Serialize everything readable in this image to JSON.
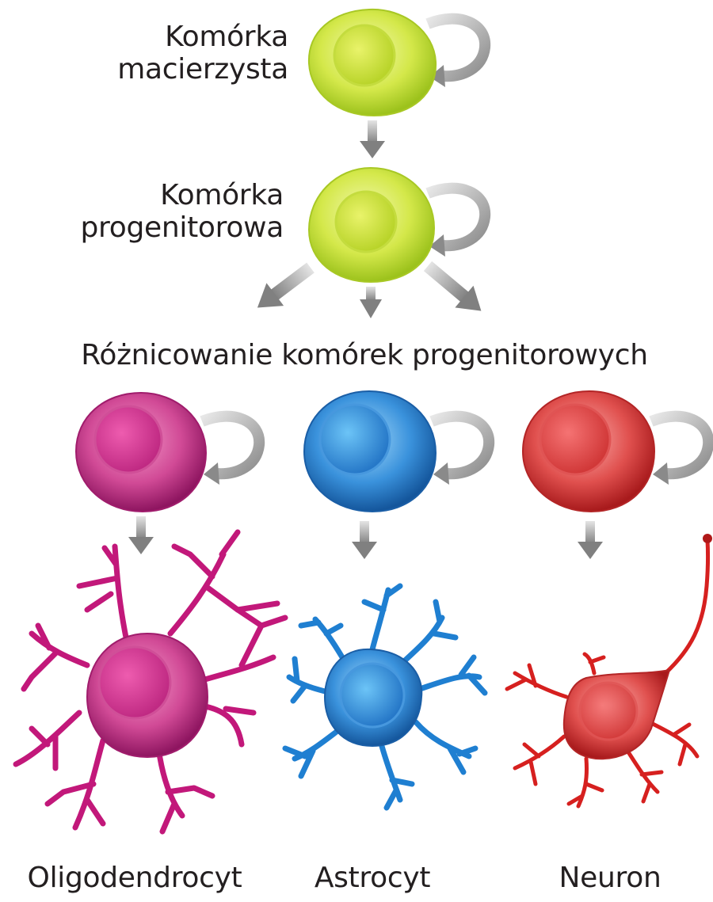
{
  "diagram": {
    "stem_cell": {
      "label_line1": "Komórka",
      "label_line2": "macierzysta",
      "color": "#c8e03a"
    },
    "progenitor_cell": {
      "label_line1": "Komórka",
      "label_line2": "progenitorowa",
      "color": "#c8e03a"
    },
    "differentiation_heading": "Różnicowanie komórek progenitorowych",
    "lineages": [
      {
        "id": "oligodendrocyte",
        "label": "Oligodendrocyt",
        "color": "#c2187a",
        "nucleus": "#e04aa0"
      },
      {
        "id": "astrocyte",
        "label": "Astrocyt",
        "color": "#1f7fd1",
        "nucleus": "#43a6ef"
      },
      {
        "id": "neuron",
        "label": "Neuron",
        "color": "#d6201f",
        "nucleus": "#ee4b4d"
      }
    ],
    "arrow_color": "#8c8c8c",
    "icons": [
      "self-renewal-arrow-icon",
      "down-arrow-icon",
      "cell-icon",
      "glial-cell-icon",
      "neuron-cell-icon"
    ]
  }
}
